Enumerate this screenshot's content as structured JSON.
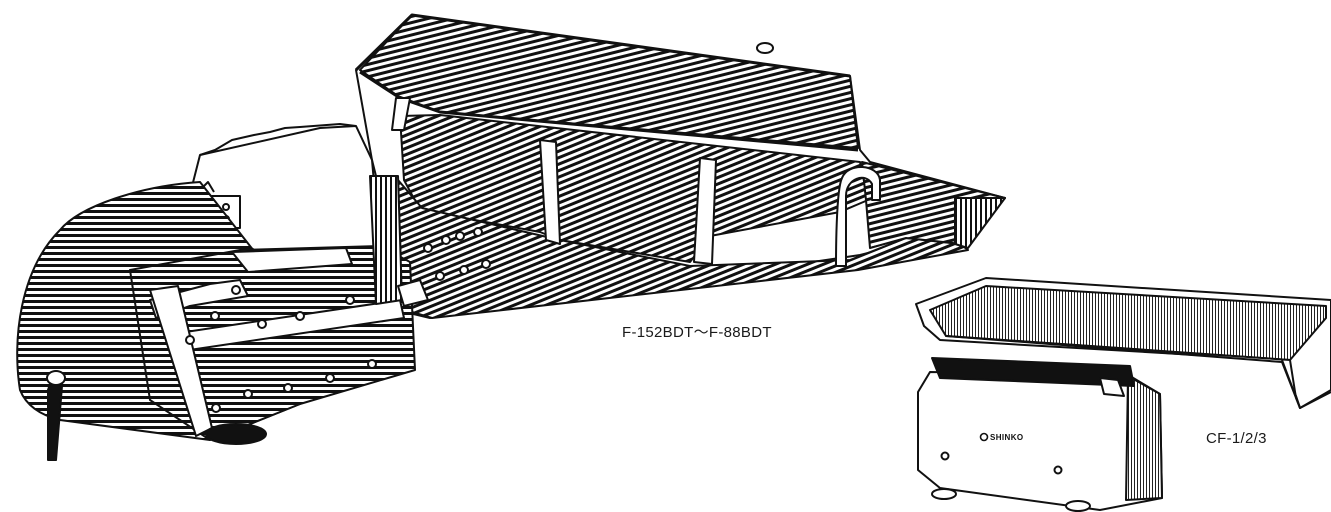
{
  "captions": {
    "large_feeder": "F-152BDT～F-88BDT",
    "compact_feeder": "CF-1/2/3"
  },
  "logo": {
    "brand": "SHINKO"
  },
  "colors": {
    "ink": "#111111",
    "paper": "#ffffff"
  }
}
